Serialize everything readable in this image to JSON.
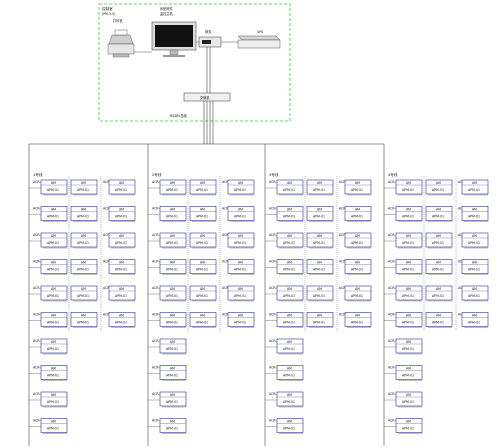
{
  "colors": {
    "room_border": "#2ecc40",
    "line": "#222222",
    "module_border": "#2b2f8f",
    "screen": "#111111"
  },
  "control_room": {
    "title": "控制室",
    "note": "(PM-5-5)"
  },
  "devices": {
    "printer": {
      "label": "打印机",
      "icon": "printer-icon"
    },
    "computer": {
      "label": "监控主机",
      "sublabel": "系统软件",
      "icon": "monitor-icon"
    },
    "gateway": {
      "label": "网关",
      "icon": "gateway-icon"
    },
    "ups": {
      "label": "UPS",
      "icon": "ups-icon"
    },
    "switch": {
      "label": "交换机",
      "icon": "switch-icon"
    },
    "bus_note": "RS485总线"
  },
  "columns": [
    {
      "title": "1号线",
      "rows": 10,
      "tail_rows": 6
    },
    {
      "title": "2号线",
      "rows": 10,
      "tail_rows": 6
    },
    {
      "title": "3号线",
      "rows": 10,
      "tail_rows": 6
    },
    {
      "title": "4号线",
      "rows": 10,
      "tail_rows": 6
    }
  ],
  "module": {
    "top_label": "AM",
    "bottom_label": "APM-01",
    "side_label": "ACR-01"
  }
}
